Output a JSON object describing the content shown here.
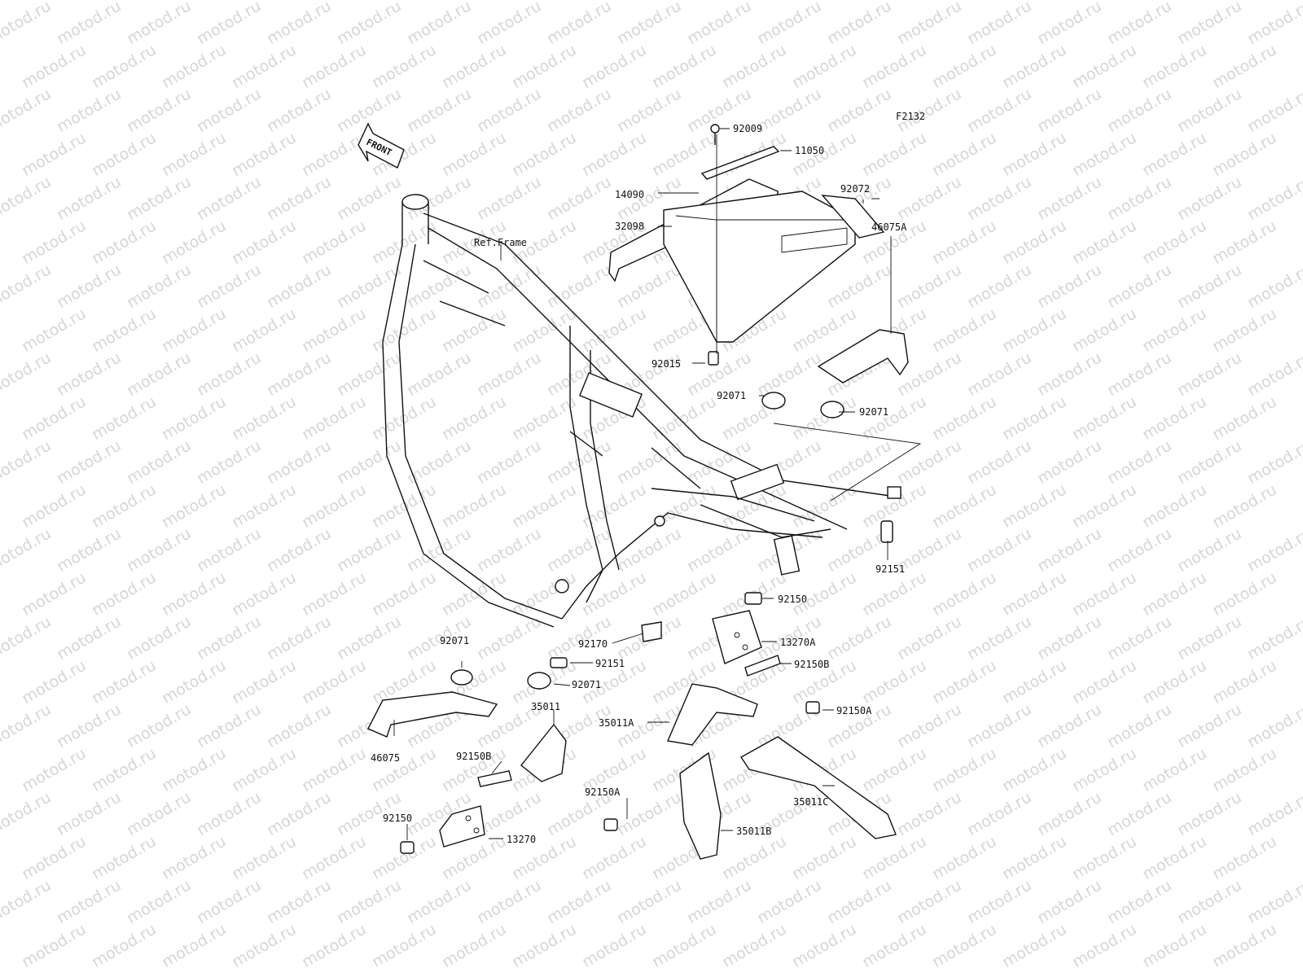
{
  "diagram": {
    "figure_code": "F2132",
    "front_arrow_text": "FRONT",
    "ref_frame": "Ref.Frame",
    "watermark": "motod.ru",
    "callouts": {
      "p92009": "92009",
      "p11050": "11050",
      "p92072": "92072",
      "p14090": "14090",
      "p32098": "32098",
      "p46075A": "46075A",
      "p92015": "92015",
      "p92071a": "92071",
      "p92071b": "92071",
      "p92151a": "92151",
      "p92150a": "92150",
      "p13270A": "13270A",
      "p92170": "92170",
      "p92150Ba": "92150B",
      "p92071c": "92071",
      "p92151b": "92151",
      "p92071d": "92071",
      "p35011": "35011",
      "p35011A": "35011A",
      "p92150Aa": "92150A",
      "p46075": "46075",
      "p92150Bb": "92150B",
      "p35011C": "35011C",
      "p92150Ab": "92150A",
      "p92150b": "92150",
      "p13270": "13270",
      "p35011B": "35011B"
    }
  }
}
